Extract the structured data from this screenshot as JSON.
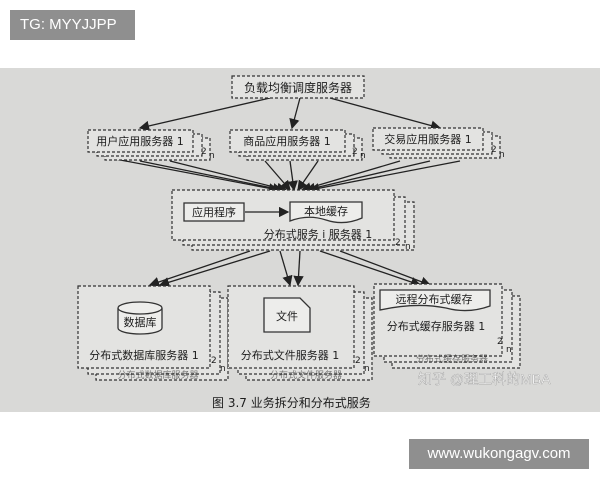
{
  "watermarks": {
    "top_tag": "TG: MYYJJPP",
    "bottom_tag": "www.wukongagv.com",
    "photo_credit": "知乎 @理工科的MBA"
  },
  "diagram": {
    "load_balancer": "负载均衡调度服务器",
    "app_servers": [
      {
        "label": "用户应用服务器 1",
        "idx2": "2",
        "idxn": "n"
      },
      {
        "label": "商品应用服务器 1",
        "idx2": "2",
        "idxn": "n"
      },
      {
        "label": "交易应用服务器 1",
        "idx2": "2",
        "idxn": "n"
      }
    ],
    "service_tier": {
      "app_program": "应用程序",
      "local_cache": "本地缓存",
      "label": "分布式服务 i 服务器 1",
      "idx2": "2",
      "idxn": "n"
    },
    "storage": {
      "database": {
        "icon_label": "数据库",
        "label": "分布式数据库服务器 1",
        "idx2": "2",
        "idxn": "n",
        "behind": "分布式数据库服务器"
      },
      "file": {
        "icon_label": "文件",
        "label": "分布式文件服务器 1",
        "idx2": "2",
        "idxn": "n",
        "behind": "分布式文件服务器"
      },
      "cache": {
        "icon_label": "远程分布式缓存",
        "label": "分布式缓存服务器 1",
        "idx2": "2",
        "idxn": "n",
        "behind": "分布式缓存服务器"
      }
    },
    "caption": "图 3.7    业务拆分和分布式服务"
  }
}
